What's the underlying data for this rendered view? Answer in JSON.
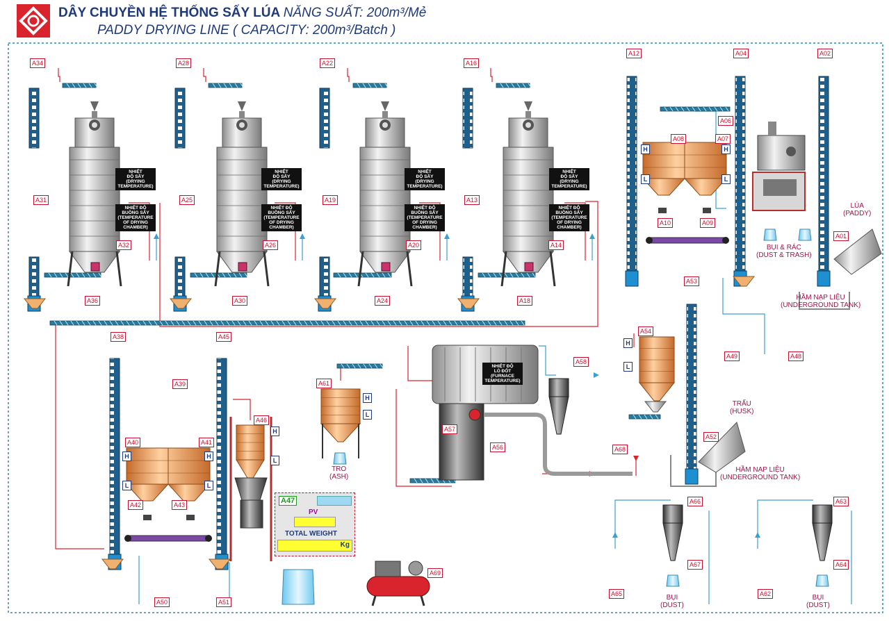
{
  "header": {
    "title_vi": "DÂY CHUYỀN HỆ THỐNG SẤY LÚA",
    "capacity_vi": "NĂNG SUẤT: 200m³/Mẻ",
    "title_en": "PADDY DRYING LINE ( CAPACITY: 200m³/Batch )"
  },
  "temp_labels": {
    "drying_temp": [
      "NHIỆT",
      "ĐỘ SẤY",
      "(DRYING",
      "TEMPERATURE)"
    ],
    "chamber_temp": [
      "NHIỆT ĐỘ",
      "BUỒNG SẤY",
      "(TEMPERATURE",
      "OF DRYING",
      "CHAMBER)"
    ],
    "furnace_temp": [
      "NHIỆT ĐỘ",
      "LÒ ĐỐT",
      "(FURNACE",
      "TEMPERATURE)"
    ]
  },
  "level_marks": {
    "high": "H",
    "low": "L"
  },
  "captions": {
    "paddy": [
      "LÚA",
      "(PADDY)"
    ],
    "dust_trash": [
      "BỤI & RÁC",
      "(DUST & TRASH)"
    ],
    "underground_tank": [
      "HẦM NẠP LIỆU",
      "(UNDERGROUND TANK)"
    ],
    "husk": [
      "TRẤU",
      "(HUSK)"
    ],
    "ash": [
      "TRO",
      "(ASH)"
    ],
    "dust": [
      "BỤI",
      "(DUST)"
    ]
  },
  "weighing_panel": {
    "id": "A47",
    "pv_label": "PV",
    "total_label": "TOTAL WEIGHT",
    "unit": "Kg"
  },
  "tags": [
    "A01",
    "A02",
    "A04",
    "A06",
    "A07",
    "A08",
    "A09",
    "A10",
    "A12",
    "A13",
    "A14",
    "A16",
    "A18",
    "A19",
    "A20",
    "A22",
    "A24",
    "A25",
    "A26",
    "A28",
    "A30",
    "A31",
    "A32",
    "A34",
    "A36",
    "A38",
    "A39",
    "A40",
    "A41",
    "A42",
    "A43",
    "A45",
    "A46",
    "A48",
    "A49",
    "A50",
    "A51",
    "A52",
    "A53",
    "A54",
    "A56",
    "A57",
    "A58",
    "A61",
    "A62",
    "A63",
    "A64",
    "A65",
    "A66",
    "A67",
    "A68",
    "A69"
  ],
  "colors": {
    "title": "#1f3a7a",
    "tag": "#c8102e",
    "elevator": "#1f5f8b",
    "conveyor": "#2a7a9e",
    "hopper": "#f0a060",
    "dryer": "#c8c8c8",
    "pipe_red": "#d9232d",
    "pipe_blue": "#3aa0d0",
    "caption": "#a0154a"
  }
}
